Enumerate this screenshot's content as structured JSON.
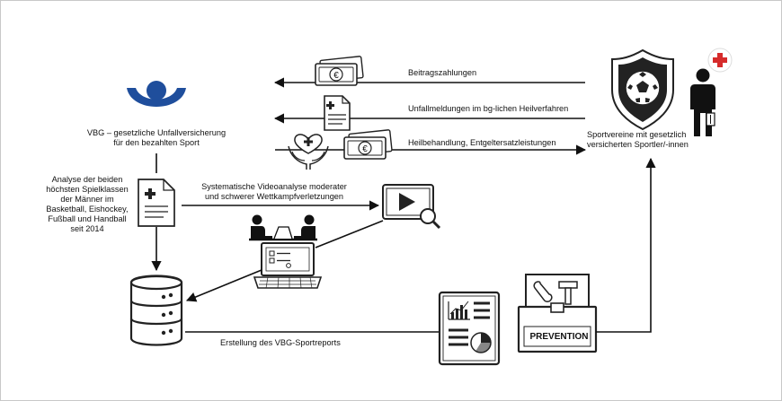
{
  "vbg": {
    "line1": "VBG – gesetzliche Unfallversicherung",
    "line2": "für den bezahlten Sport"
  },
  "clubs": {
    "line1": "Sportvereine mit gesetzlich",
    "line2": "versicherten Sportler/-innen"
  },
  "flows": {
    "contributions": "Beitragszahlungen",
    "accident_reports": "Unfallmeldungen im bg-lichen Heilverfahren",
    "treatment": "Heilbehandlung, Entgeltersatzleistungen"
  },
  "analysis": {
    "lines": [
      "Analyse der beiden",
      "höchsten Spielklassen",
      "der Männer im",
      "Basketball, Eishockey,",
      "Fußball und Handball",
      "seit 2014"
    ]
  },
  "video": {
    "line1": "Systematische Videoanalyse moderater",
    "line2": "und schwerer Wettkampfverletzungen"
  },
  "report": {
    "label": "Erstellung des VBG-Sportreports"
  },
  "prevention": {
    "label": "PREVENTION"
  },
  "icons": {
    "money": "euro-banknote-icon",
    "document": "medical-document-icon",
    "care": "heart-hands-icon",
    "video": "video-search-icon",
    "laptop": "laptop-icon",
    "people": "people-at-desk-icon",
    "database": "database-icon",
    "report": "report-chart-icon",
    "toolbox": "toolbox-icon",
    "shield": "shield-football-icon",
    "athlete": "injured-athlete-icon",
    "red_cross": "red-cross-icon"
  },
  "colors": {
    "vbg_blue": "#1f4e9c",
    "red_cross": "#d62b2b",
    "line": "#111111"
  }
}
